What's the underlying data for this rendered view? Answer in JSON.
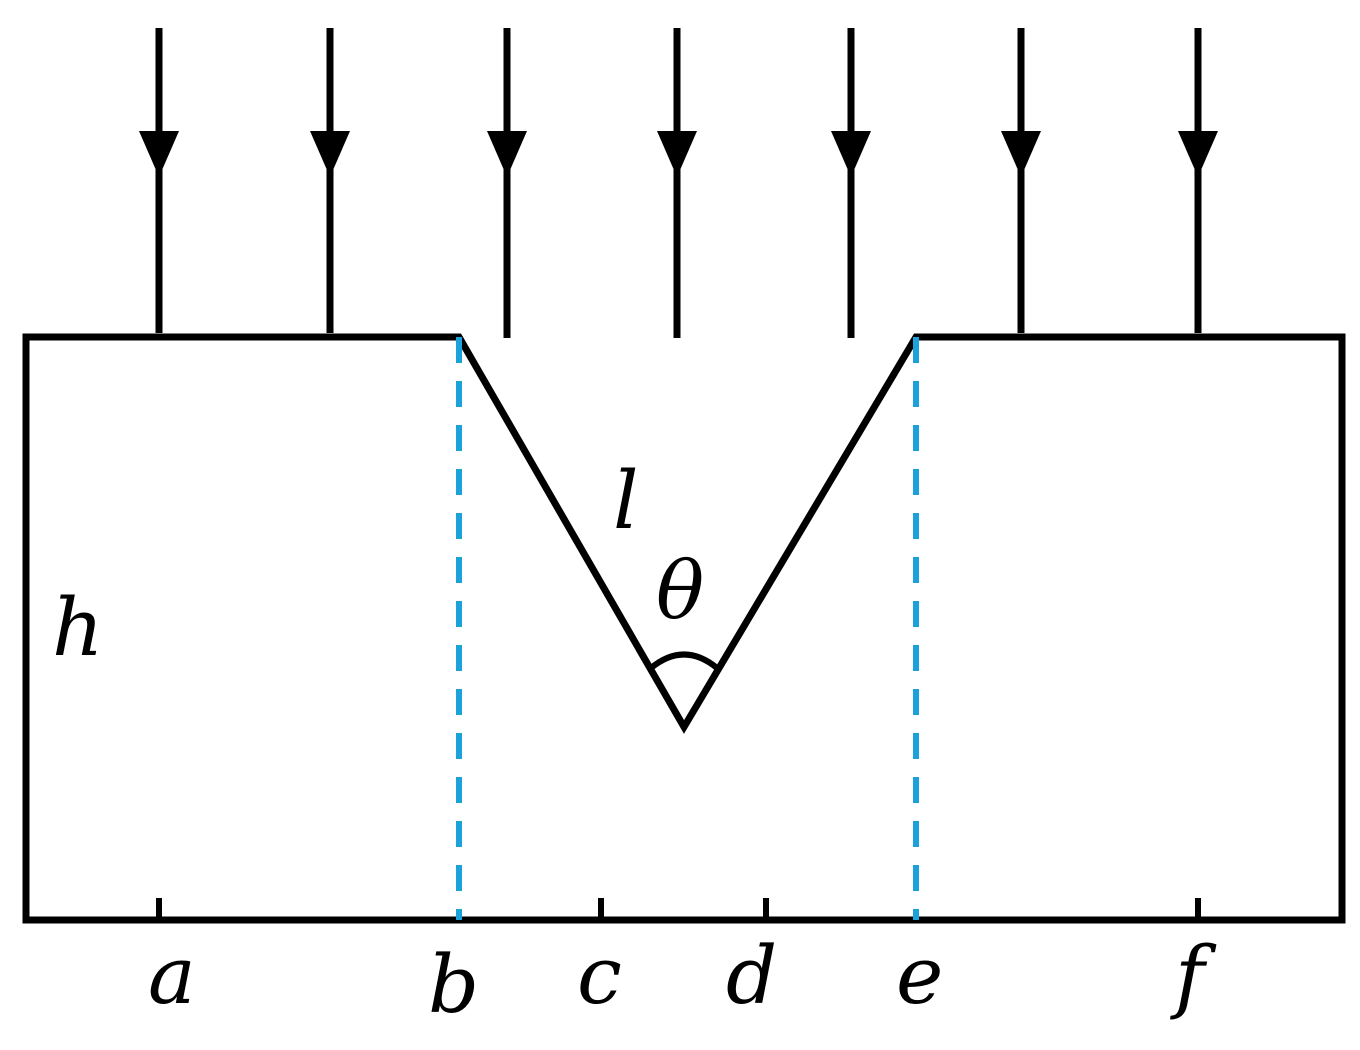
{
  "labels": {
    "h": "h",
    "l": "l",
    "theta": "θ",
    "a": "a",
    "b": "b",
    "c": "c",
    "d": "d",
    "e": "e",
    "f": "f"
  },
  "incident_arrows": {
    "count": 7,
    "direction": "down"
  },
  "colors": {
    "outline": "#000000",
    "dashed_guides": "#1ba1dc",
    "background": "#ffffff"
  }
}
